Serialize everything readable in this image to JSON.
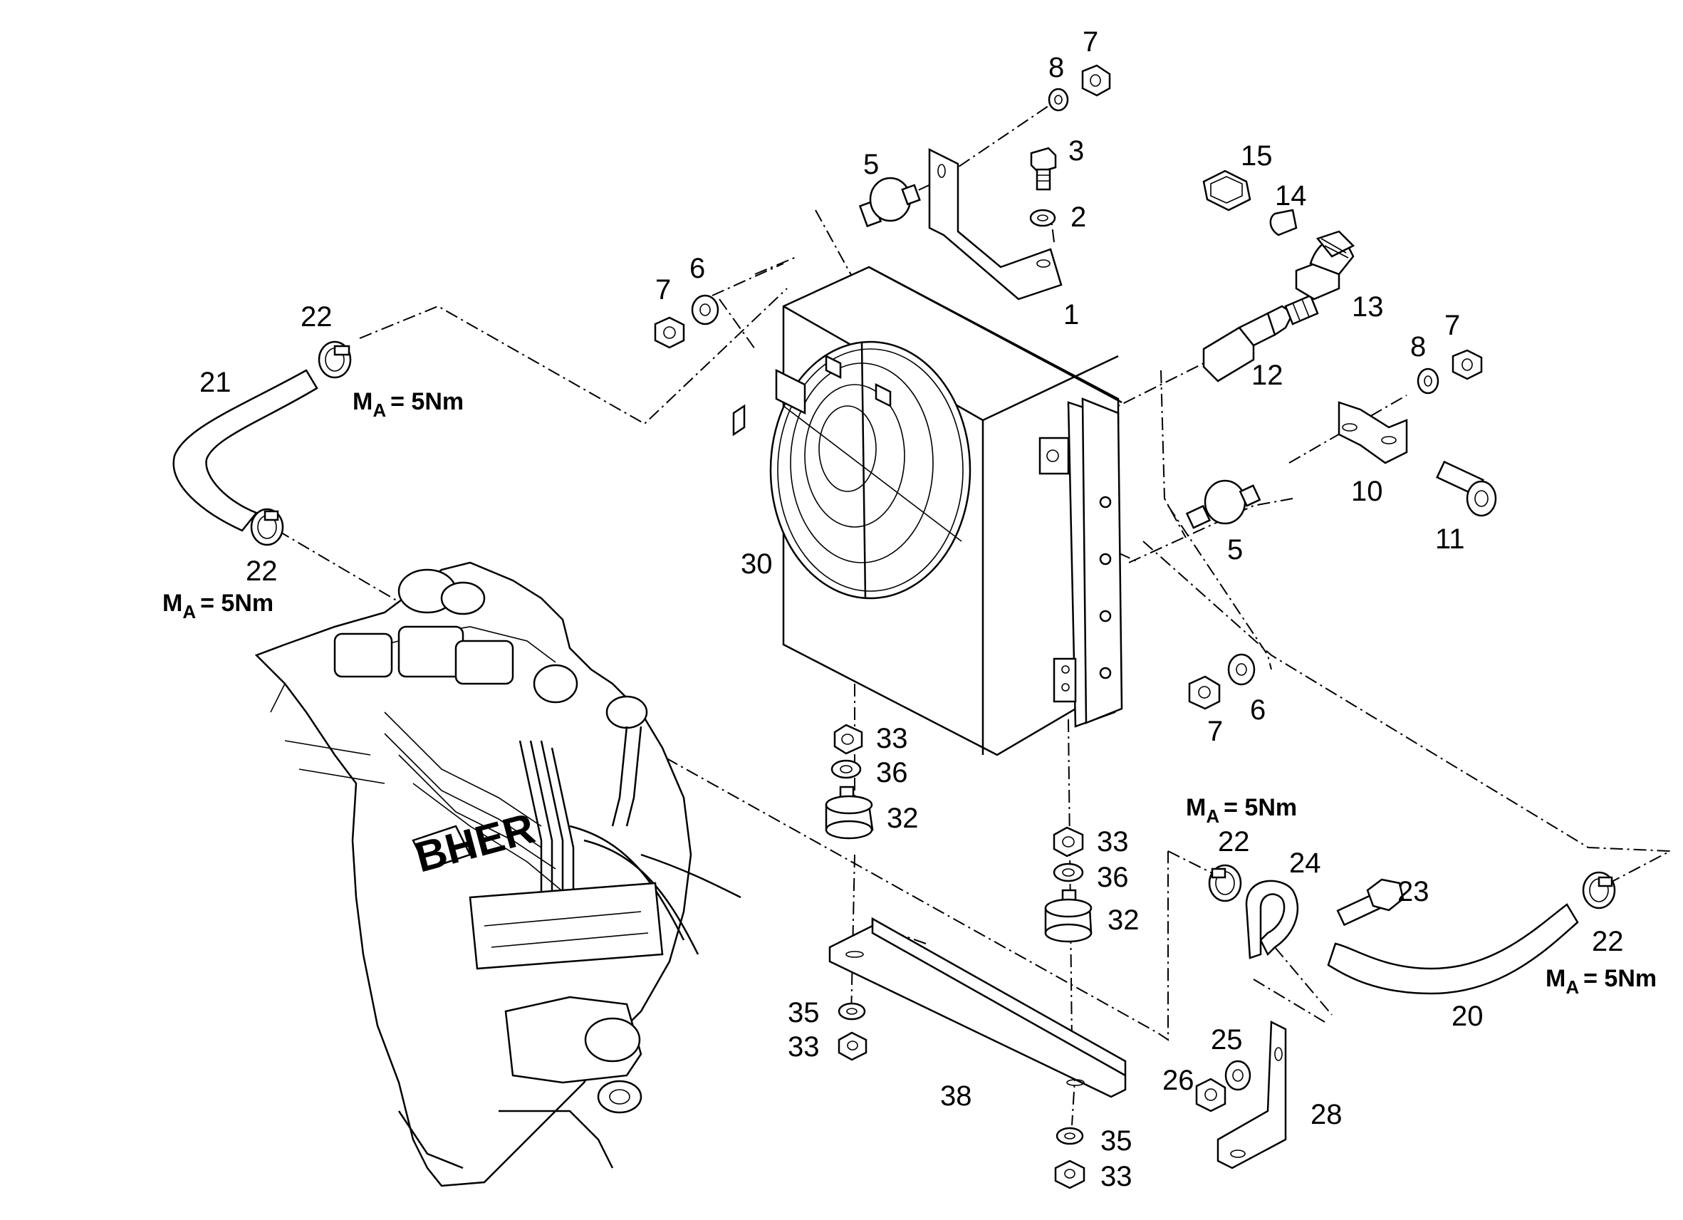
{
  "labels": {
    "p1": "1",
    "p2": "2",
    "p3": "3",
    "p5a": "5",
    "p5b": "5",
    "p6a": "6",
    "p6b": "6",
    "p7a": "7",
    "p7b": "7",
    "p7c": "7",
    "p7d": "7",
    "p8a": "8",
    "p8b": "8",
    "p10": "10",
    "p11": "11",
    "p12": "12",
    "p13": "13",
    "p14": "14",
    "p15": "15",
    "p20": "20",
    "p21": "21",
    "p22a": "22",
    "p22b": "22",
    "p22c": "22",
    "p22d": "22",
    "p23": "23",
    "p24": "24",
    "p25": "25",
    "p26": "26",
    "p28": "28",
    "p30": "30",
    "p32a": "32",
    "p32b": "32",
    "p33a": "33",
    "p33b": "33",
    "p33c": "33",
    "p33d": "33",
    "p35a": "35",
    "p35b": "35",
    "p36a": "36",
    "p36b": "36",
    "p38": "38"
  },
  "torque": {
    "prefix": "M",
    "subscript": "A",
    "value": "= 5Nm"
  }
}
